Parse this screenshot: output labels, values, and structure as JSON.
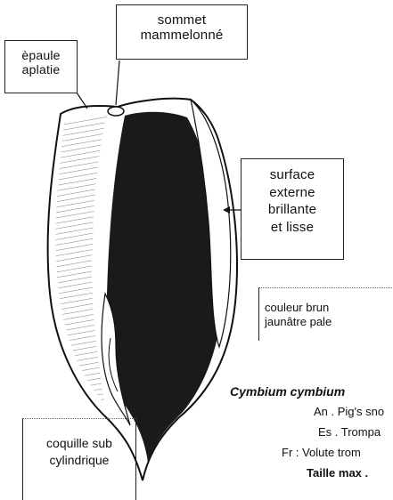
{
  "labels": {
    "top": [
      "sommet",
      "mammelonné"
    ],
    "shoulder": [
      "èpaule",
      "aplatie"
    ],
    "surface": [
      "surface",
      "externe",
      "brillante",
      "et lisse"
    ],
    "color": [
      "couleur brun",
      "jaunâtre pale"
    ],
    "shape": [
      "coquille sub",
      "cylindrique"
    ]
  },
  "species": {
    "latin": "Cymbium cymbium",
    "an": "An . Pig's sno",
    "es": "Es . Trompa",
    "fr": "Fr : Volute trom",
    "size": "Taille max ."
  },
  "colors": {
    "ink": "#111111",
    "shell_dark": "#1a1a1a",
    "background": "#ffffff"
  }
}
